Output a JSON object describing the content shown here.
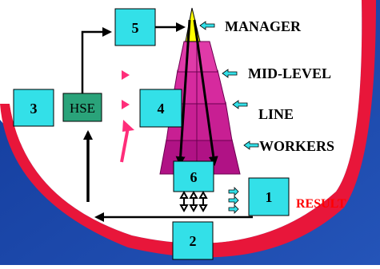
{
  "colors": {
    "background_white": "#ffffff",
    "stripe_red": "#e8163a",
    "band_blue": "#1a3c9c",
    "box_cyan": "#33e0e8",
    "hse_teal": "#2aa37a",
    "pyramid_magenta": "#c0128c",
    "apex_yellow": "#ffff00",
    "result_red": "#ff0000",
    "marker_pink": "#ff2d7a"
  },
  "boxes": {
    "b1": "1",
    "b2": "2",
    "b3": "3",
    "b4": "4",
    "b5": "5",
    "b6": "6",
    "hse": "HSE"
  },
  "levels": {
    "manager": "MANAGER",
    "mid_level": "MID-LEVEL",
    "line": "LINE",
    "workers": "WORKERS"
  },
  "result": "RESULT"
}
